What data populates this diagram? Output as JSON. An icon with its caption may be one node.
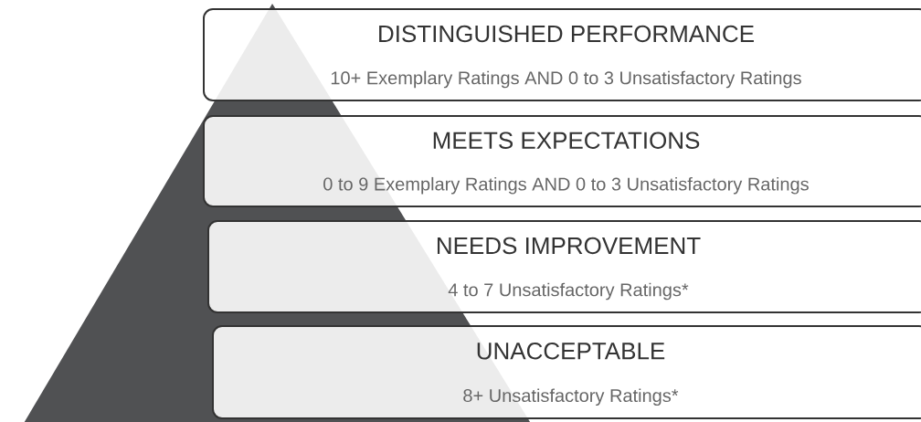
{
  "diagram": {
    "nodes": [
      {
        "text": [
          "DISTINGUISHED PERFORMANCE",
          "10+ Exemplary Ratings AND 0 to 3 Unsatisfactory Ratings"
        ]
      },
      {
        "text": [
          "MEETS EXPECTATIONS",
          "0 to 9 Exemplary Ratings AND 0 to 3 Unsatisfactory Ratings"
        ]
      },
      {
        "text": [
          "NEEDS IMPROVEMENT",
          "4 to 7 Unsatisfactory Ratings*"
        ]
      },
      {
        "text": [
          "UNACCEPTABLE",
          "8+ Unsatisfactory Ratings*"
        ]
      }
    ]
  }
}
